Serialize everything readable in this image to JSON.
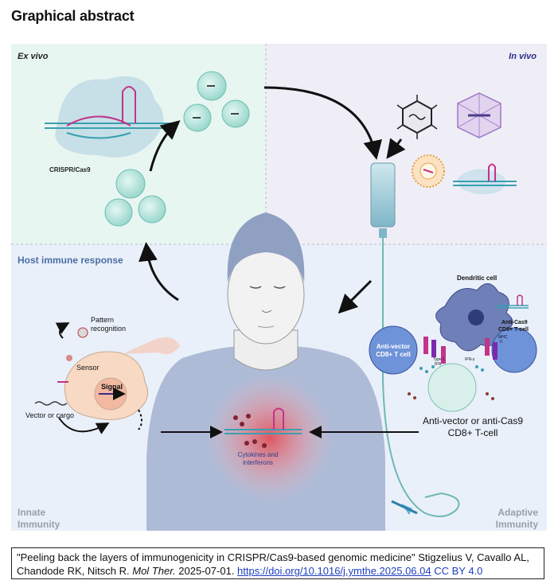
{
  "heading": "Graphical abstract",
  "panels": {
    "ex_vivo": "Ex vivo",
    "in_vivo": "In vivo",
    "host_response": "Host immune response",
    "innate": [
      "Innate",
      "Immunity"
    ],
    "adaptive": [
      "Adaptive",
      "Immunity"
    ]
  },
  "labels": {
    "crispr": "CRISPR/Cas9",
    "pattern": [
      "Pattern",
      "recognition"
    ],
    "sensor": "Sensor",
    "signal": "Signal",
    "vector_cargo": "Vector or cargo",
    "cytokines": [
      "Cytokines and",
      "interferons"
    ],
    "dendritic": "Dendritic cell",
    "anti_cas9_small": [
      "Anti-Cas9",
      "CD8+ T-cell"
    ],
    "anti_vector": [
      "Anti-vector",
      "CD8+ T cell"
    ],
    "type1": [
      "Type I",
      "IFN"
    ],
    "ifn_gamma": "IFN-γ",
    "mhc": [
      "MHC",
      "II"
    ],
    "anti_both": [
      "Anti-vector or anti-Cas9",
      "CD8+ T-cell"
    ]
  },
  "caption": {
    "title": "\"Peeling back the layers of immunogenicity in CRISPR/Cas9-based genomic medicine\"",
    "authors_1": "Stigzelius V, Cavallo AL,",
    "authors_2": "Chandode RK, Nitsch R.",
    "journal": "Mol Ther.",
    "date": "2025-07-01.",
    "doi": "https://doi.org/10.1016/j.ymthe.2025.06.04",
    "license": "CC BY 4.0"
  },
  "colors": {
    "ex_vivo_bg": "#e8f6f2",
    "in_vivo_bg": "#efeef7",
    "host_bg": "#e9f0fa",
    "teal": "#8fd3c8",
    "host_title": "#4a6fa5",
    "gray_label": "#9aa0a8"
  }
}
